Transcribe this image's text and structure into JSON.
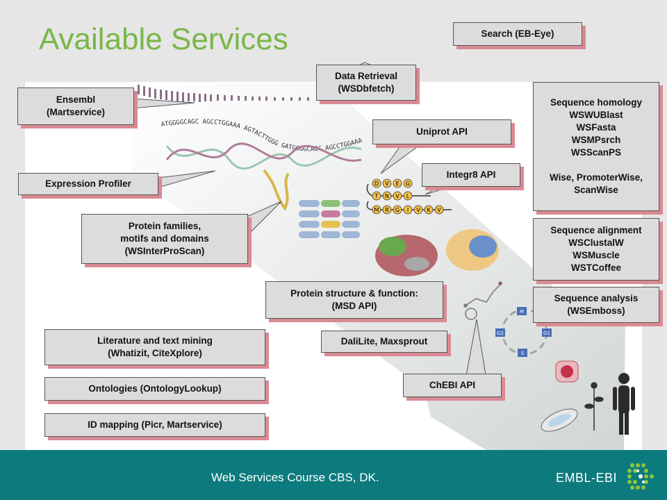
{
  "title": "Available Services",
  "boxes": {
    "search": [
      "Search (EB-Eye)"
    ],
    "data_retrieval": [
      "Data Retrieval",
      "(WSDbfetch)"
    ],
    "ensembl": [
      "Ensembl",
      "(Martservice)"
    ],
    "uniprot": [
      "Uniprot API"
    ],
    "integr8": [
      "Integr8 API"
    ],
    "expression": [
      "Expression Profiler"
    ],
    "protein_families": [
      "Protein families,",
      "motifs and domains",
      "(WSInterProScan)"
    ],
    "protein_structure": [
      "Protein structure & function:",
      "(MSD API)"
    ],
    "dalilite": [
      "DaliLite, Maxsprout"
    ],
    "literature": [
      "Literature and text mining",
      "(Whatizit, CiteXplore)"
    ],
    "ontologies": [
      "Ontologies (OntologyLookup)"
    ],
    "id_mapping": [
      "ID mapping (Picr, Martservice)"
    ],
    "chebi": [
      "ChEBI API"
    ],
    "homology": [
      "Sequence homology",
      "WSWUBlast",
      "WSFasta",
      "WSMPsrch",
      "WSScanPS",
      "",
      "Wise, PromoterWise,",
      "ScanWise"
    ],
    "alignment": [
      "Sequence alignment",
      "WSClustalW",
      "WSMuscle",
      "WSTCoffee"
    ],
    "analysis": [
      "Sequence analysis",
      "(WSEmboss)"
    ]
  },
  "illustration": {
    "dna_sequence_text": "ATGGGGCAGC AGCCTGGAAA AGTACTTGGG GATGGGGCAGC AGCCTGGAAA AGTACTTGGG GA",
    "peptide_row1": [
      "D",
      "V",
      "E",
      "G"
    ],
    "peptide_row2": [
      "T",
      "N",
      "V",
      "L"
    ],
    "peptide_row3": [
      "M",
      "R",
      "G",
      "I",
      "V",
      "K",
      "V"
    ],
    "cell_cycle_labels": [
      "M",
      "G1",
      "S",
      "G2"
    ]
  },
  "footer": {
    "text": "Web Services Course CBS, DK.",
    "logo": "EMBL-EBI"
  },
  "colors": {
    "title": "#7ab648",
    "footer_bg": "#0d7b7e",
    "box_bg": "#dcdcdc",
    "box_shadow": "#d98a93"
  }
}
